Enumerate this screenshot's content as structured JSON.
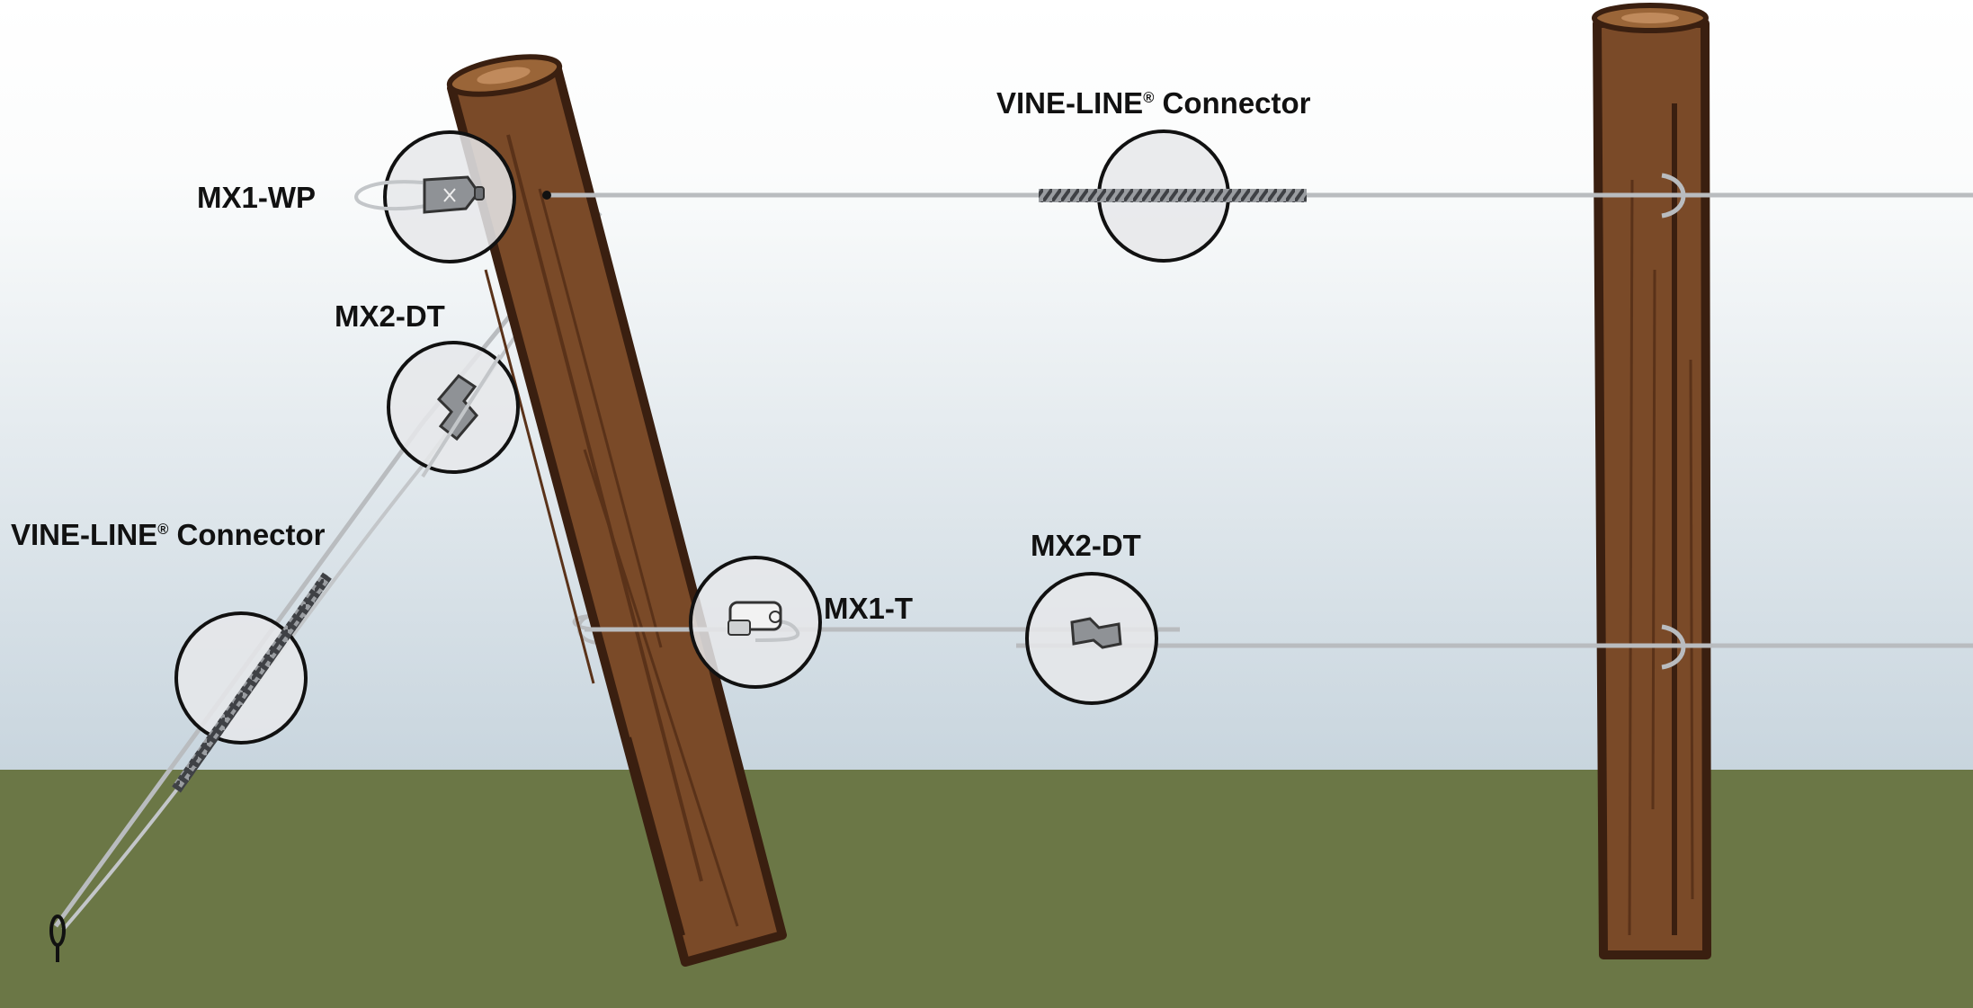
{
  "labels": {
    "vine_line_top": {
      "name": "VINE-LINE",
      "mark": "®",
      "suffix": " Connector"
    },
    "mx1_wp": "MX1-WP",
    "mx2_dt_upper": "MX2-DT",
    "vine_line_left": {
      "name": "VINE-LINE",
      "mark": "®",
      "suffix": " Connector"
    },
    "mx1_t": "MX1-T",
    "mx2_dt_lower": "MX2-DT"
  },
  "colors": {
    "sky_top": "#ffffff",
    "sky_bottom": "#c9d6df",
    "ground": "#6b7746",
    "post": "#7a4a28",
    "post_dark": "#3a1f10",
    "post_top": "#b07a4e",
    "wire": "#b9bcbf",
    "callout_fill": "#e6e8ea",
    "connector_gray": "#8f9296",
    "twist": "#5a5c60"
  }
}
